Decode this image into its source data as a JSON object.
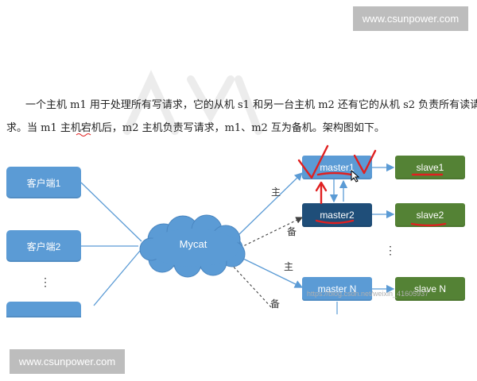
{
  "watermarks": {
    "top": "www.csunpower.com",
    "bottom": "www.csunpower.com",
    "footer_url": "https://blog.csdn.net/weixin_41605937"
  },
  "paragraph": {
    "line1": "一个主机 m1 用于处理所有写请求，它的从机 s1 和另一台主机 m2 还有它的从机 s2 负责所有读请",
    "line2": "求。当 m1 主机宕机后，m2 主机负责写请求，m1、m2 互为备机。架构图如下。"
  },
  "diagram": {
    "clients": [
      "客户端1",
      "客户端2"
    ],
    "client_ellipsis": "⋮",
    "proxy": "Mycat",
    "edges": {
      "primary": "主",
      "backup": "备"
    },
    "masters": [
      "master1",
      "master2",
      "master N"
    ],
    "slaves": [
      "slave1",
      "slave2",
      "slave N"
    ],
    "between_ellipsis": "⋮"
  },
  "colors": {
    "client_fill": "#5b9bd5",
    "master_fill": "#5b9bd5",
    "master2_fill": "#1f4e79",
    "slave_fill": "#548235",
    "annotation_red": "#e02020"
  }
}
